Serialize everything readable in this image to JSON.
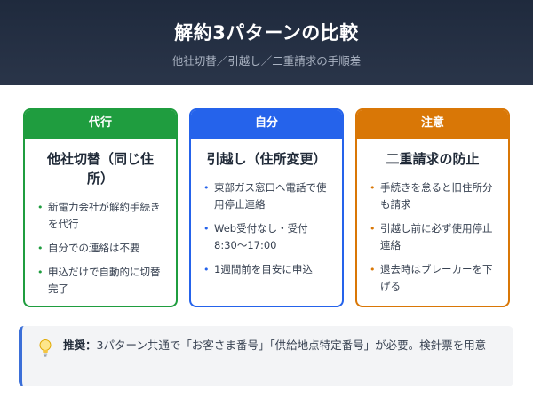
{
  "header": {
    "title": "解約3パターンの比較",
    "subtitle": "他社切替／引越し／二重請求の手順差"
  },
  "cards": [
    {
      "tag": "代行",
      "title": "他社切替（同じ住所）",
      "items": [
        "新電力会社が解約手続きを代行",
        "自分での連絡は不要",
        "申込だけで自動的に切替完了"
      ]
    },
    {
      "tag": "自分",
      "title": "引越し（住所変更）",
      "items": [
        "東部ガス窓口へ電話で使用停止連絡",
        "Web受付なし・受付8:30〜17:00",
        "1週間前を目安に申込"
      ]
    },
    {
      "tag": "注意",
      "title": "二重請求の防止",
      "items": [
        "手続きを怠ると旧住所分も請求",
        "引越し前に必ず使用停止連絡",
        "退去時はブレーカーを下げる"
      ]
    }
  ],
  "tip": {
    "label": "推奨：",
    "text": "3パターン共通で「お客さま番号」「供給地点特定番号」が必要。検針票を用意",
    "icon": "lightbulb-icon"
  },
  "colors": {
    "header_bg": "#1f2a3d",
    "green": "#1f9d3f",
    "blue": "#2563eb",
    "orange": "#d97706",
    "tip_accent": "#3b6fd8"
  }
}
